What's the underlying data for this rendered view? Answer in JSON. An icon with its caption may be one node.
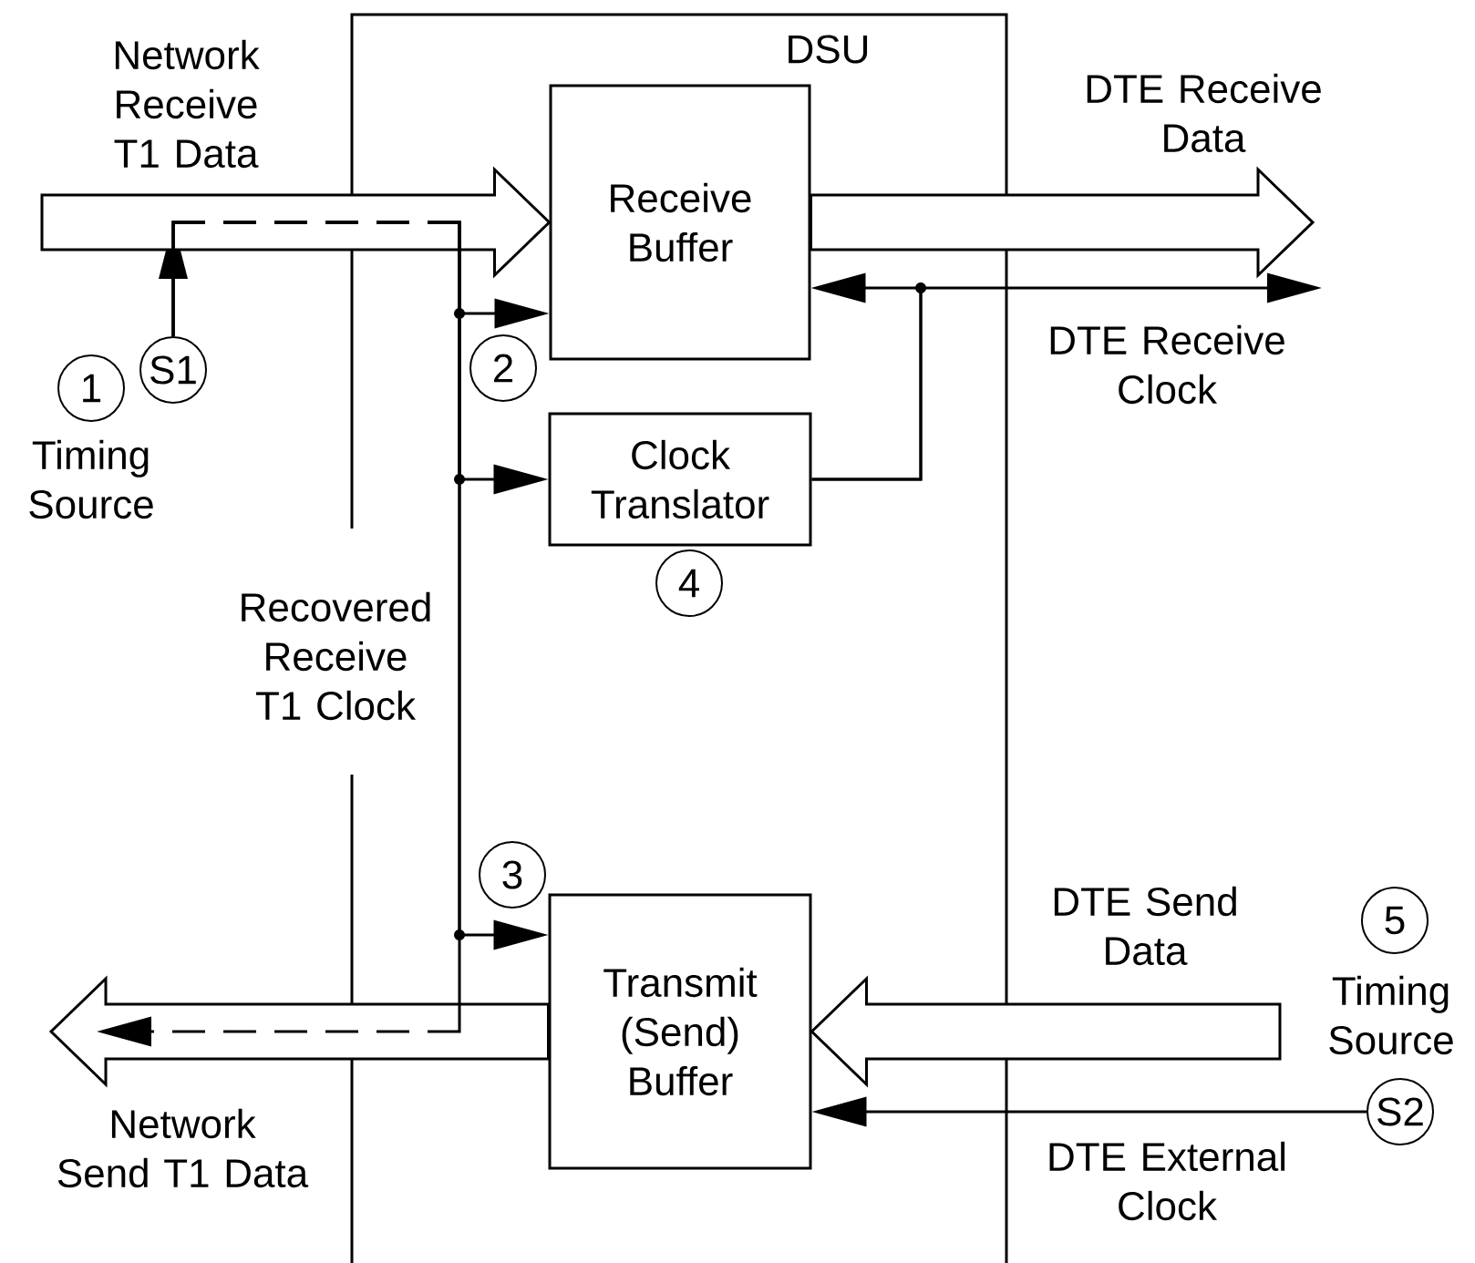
{
  "diagram": {
    "nodes": [
      {
        "text": [
          "DSU"
        ]
      },
      {
        "text": [
          "Receive Buffer"
        ],
        "in": 0
      },
      {
        "text": [
          "Clock Translator"
        ],
        "in": 0
      },
      {
        "text": [
          "Transmit (Send) Buffer"
        ],
        "in": 0
      },
      {
        "text": [
          "S1"
        ]
      },
      {
        "text": [
          "S2"
        ]
      },
      {
        "text": [
          "2"
        ],
        "in": 0
      },
      {
        "text": [
          "1"
        ],
        "beside": [
          "Timing Source"
        ]
      },
      {
        "text": [
          "4"
        ],
        "in": 0
      },
      {
        "text": [
          "3"
        ],
        "in": 0
      },
      {
        "text": [
          "5"
        ],
        "beside": [
          "Timing Source"
        ]
      }
    ],
    "edges": [
      {
        "from": null,
        "to": 1,
        "arrow": "to",
        "style": "thick",
        "label": "Network Receive T1 Data"
      },
      {
        "from": 1,
        "to": null,
        "arrow": "to",
        "style": "thick",
        "label": "DTE Receive Data"
      },
      {
        "from": null,
        "to": 3,
        "arrow": "to",
        "style": "thick",
        "label": "DTE Send Data"
      },
      {
        "from": 3,
        "to": null,
        "arrow": "to",
        "style": "thick",
        "label": "Network Send T1 Data"
      },
      {
        "from": 4,
        "to": 1,
        "arrow": "to",
        "style": "dashed"
      },
      {
        "from": 4,
        "to": 2,
        "arrow": "to",
        "style": "dashed"
      },
      {
        "from": 4,
        "to": 3,
        "arrow": "to",
        "style": "dashed"
      },
      {
        "from": 4,
        "to": null,
        "arrow": "to",
        "style": "dashed"
      },
      {
        "from": 2,
        "to": 1,
        "arrow": "to"
      },
      {
        "from": 2,
        "to": null,
        "arrow": "to",
        "label": "DTE Receive Clock"
      },
      {
        "from": 5,
        "to": 3,
        "arrow": "to",
        "label": "DTE External Clock"
      }
    ],
    "labels": [
      "Recovered Receive T1 Clock"
    ]
  }
}
